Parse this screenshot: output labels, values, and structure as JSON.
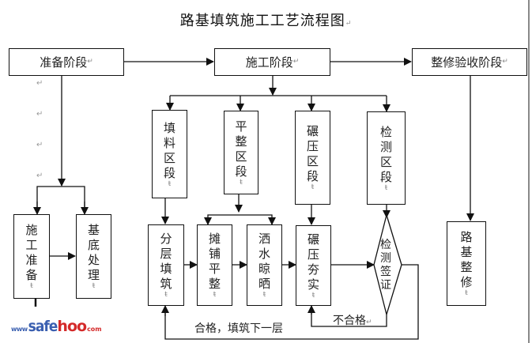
{
  "title": "路基填筑施工工艺流程图",
  "paragraph_mark": "↵",
  "cell_mark": "ŧ",
  "stages": [
    {
      "id": "prep",
      "label": "准备阶段"
    },
    {
      "id": "construct",
      "label": "施工阶段"
    },
    {
      "id": "finish",
      "label": "整修验收阶段"
    }
  ],
  "prep_steps": [
    {
      "id": "site-prep",
      "label": "施工准备"
    },
    {
      "id": "base-treatment",
      "label": "基底处理"
    }
  ],
  "sections": [
    {
      "id": "fill-section",
      "label": "填料区段"
    },
    {
      "id": "level-section",
      "label": "平整区段"
    },
    {
      "id": "compact-section",
      "label": "碾压区段"
    },
    {
      "id": "test-section",
      "label": "检测区段"
    }
  ],
  "process_steps": [
    {
      "id": "layer-fill",
      "label": "分层填筑"
    },
    {
      "id": "spread-level",
      "label": "摊铺平整"
    },
    {
      "id": "water-dry",
      "label": "洒水晾晒"
    },
    {
      "id": "roll-compact",
      "label": "碾压夯实"
    }
  ],
  "decision": {
    "label": "检测签证"
  },
  "finish_step": {
    "label": "路基整修"
  },
  "edge_labels": {
    "pass": "合格，填筑下一层",
    "fail": "不合格"
  },
  "watermark": {
    "prefix": "www",
    "part1": "safe",
    "part2": "hoo",
    "suffix": "com"
  }
}
